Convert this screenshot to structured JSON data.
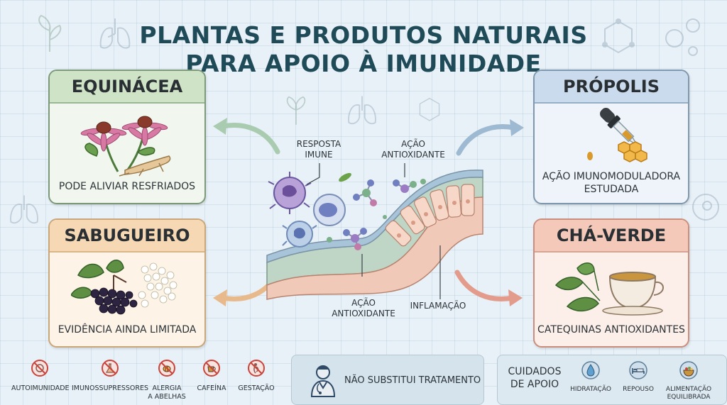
{
  "title_line1": "PLANTAS E PRODUTOS NATURAIS",
  "title_line2": "PARA APOIO À IMUNIDADE",
  "cards": {
    "equinacea": {
      "title": "EQUINÁCEA",
      "caption": "PODE ALIVIAR RESFRIADOS",
      "icon": "echinacea-flower-icon"
    },
    "sabugueiro": {
      "title": "SABUGUEIRO",
      "caption": "EVIDÊNCIA AINDA LIMITADA",
      "icon": "elderberry-icon"
    },
    "propolis": {
      "title": "PRÓPOLIS",
      "caption_line1": "AÇÃO IMUNOMODULADORA",
      "caption_line2": "ESTUDADA",
      "icon": "dropper-honeycomb-icon"
    },
    "chaverde": {
      "title": "CHÁ-VERDE",
      "caption": "CATEQUINAS ANTIOXIDANTES",
      "icon": "tea-cup-icon"
    }
  },
  "diagram_labels": {
    "resposta_line1": "RESPOSTA",
    "resposta_line2": "IMUNE",
    "acao_top_line1": "AÇÃO",
    "acao_top_line2": "ANTIOXIDANTE",
    "acao_bottom_line1": "AÇÃO",
    "acao_bottom_line2": "ANTIOXIDANTE",
    "inflamacao": "INFLAMAÇÃO"
  },
  "warnings": [
    {
      "label_line1": "AUTOIMUNIDADE",
      "label_line2": "",
      "icon": "autoimmunity-prohibited-icon"
    },
    {
      "label_line1": "IMUNOSSUPRESSORES",
      "label_line2": "",
      "icon": "flask-prohibited-icon"
    },
    {
      "label_line1": "ALERGIA",
      "label_line2": "A ABELHAS",
      "icon": "bee-prohibited-icon"
    },
    {
      "label_line1": "CAFEÍNA",
      "label_line2": "",
      "icon": "coffee-prohibited-icon"
    },
    {
      "label_line1": "GESTAÇÃO",
      "label_line2": "",
      "icon": "pregnancy-prohibited-icon"
    }
  ],
  "no_substitute": {
    "text": "NÃO SUBSTITUI TRATAMENTO",
    "icon": "doctor-icon"
  },
  "care": {
    "title_line1": "CUIDADOS",
    "title_line2": "DE APOIO",
    "items": [
      {
        "label_line1": "HIDRATAÇÃO",
        "label_line2": "",
        "icon": "water-drop-icon"
      },
      {
        "label_line1": "REPOUSO",
        "label_line2": "",
        "icon": "bed-icon"
      },
      {
        "label_line1": "ALIMENTAÇÃO",
        "label_line2": "EQUILIBRADA",
        "icon": "food-bowl-icon"
      }
    ]
  },
  "colors": {
    "title": "#1f4a57",
    "green_arrow": "#a9cbb0",
    "blue_arrow": "#9dbad2",
    "orange_arrow": "#e8b98b",
    "red_arrow": "#e39b8b",
    "prohibited": "#c9443a"
  }
}
